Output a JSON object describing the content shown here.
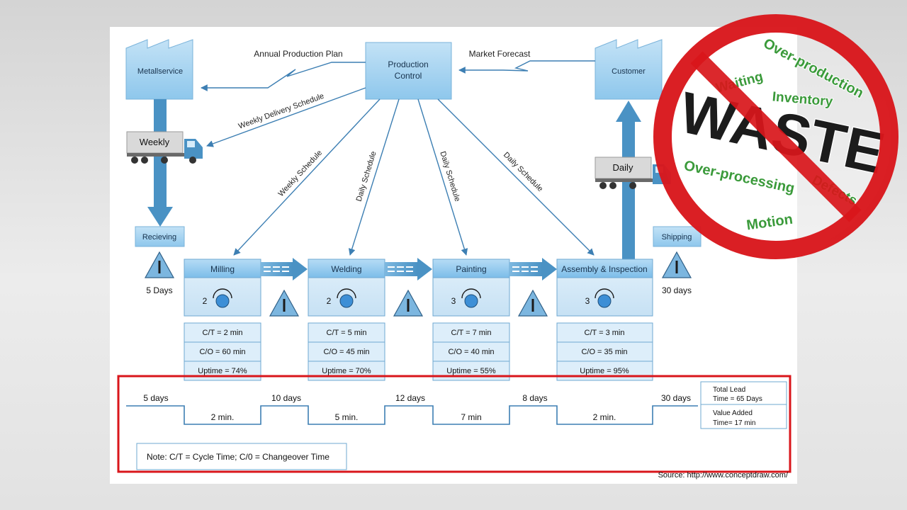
{
  "metallservice": "Metallservice",
  "production_control": [
    "Production",
    "Control"
  ],
  "customer": "Customer",
  "annual_plan": "Annual Production Plan",
  "market_forecast": "Market Forecast",
  "weekly_delivery": "Weekly Delivery Schedule",
  "truck_left": "Weekly",
  "truck_right": "Daily",
  "receiving": "Recieving",
  "shipping": "Shipping",
  "schedules": [
    "Weekly Schedule",
    "Daily Schedule",
    "Daily Schedule",
    "Daily Schedule"
  ],
  "inventory_start": "5 Days",
  "inventory_end": "30 days",
  "processes": [
    {
      "name": "Milling",
      "operators": "2",
      "ct": "C/T = 2 min",
      "co": "C/O = 60 min",
      "uptime": "Uptime = 74%"
    },
    {
      "name": "Welding",
      "operators": "2",
      "ct": "C/T = 5 min",
      "co": "C/O = 45 min",
      "uptime": "Uptime = 70%"
    },
    {
      "name": "Painting",
      "operators": "3",
      "ct": "C/T = 7 min",
      "co": "C/O = 40 min",
      "uptime": "Uptime = 55%"
    },
    {
      "name": "Assembly & Inspection",
      "operators": "3",
      "ct": "C/T = 3 min",
      "co": "C/O = 35 min",
      "uptime": "Uptime = 95%"
    }
  ],
  "timeline": {
    "wait": [
      "5 days",
      "10 days",
      "12 days",
      "8 days",
      "30 days"
    ],
    "process": [
      "2 min.",
      "5 min.",
      "7 min",
      "2 min."
    ]
  },
  "lead_time": [
    "Total Lead",
    "Time = 65 Days"
  ],
  "value_added": [
    "Value Added",
    "Time= 17 min"
  ],
  "note": "Note: C/T = Cycle Time; C/0 = Changeover Time",
  "source": "Source: http://www.conceptdraw.com/",
  "waste": {
    "title": "WASTE",
    "words": [
      "Over-production",
      "Waiting",
      "Inventory",
      "Over-processing",
      "Defects",
      "Motion"
    ]
  },
  "colors": {
    "box_fill": "#a9d4f0",
    "header_fill": "#8cc7ee",
    "arrow_blue": "#4a92c4",
    "line_blue": "#3d7fb3",
    "red": "#d9161b",
    "green": "#3a9a3a"
  }
}
